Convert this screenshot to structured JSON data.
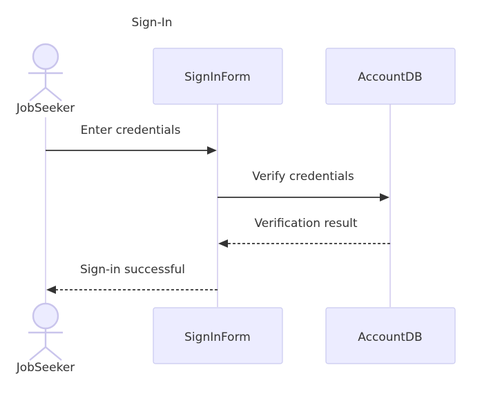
{
  "diagram": {
    "title": "Sign-In",
    "participants": {
      "jobseeker": "JobSeeker",
      "signinform": "SignInForm",
      "accountdb": "AccountDB"
    },
    "messages": [
      {
        "from": "JobSeeker",
        "to": "SignInForm",
        "label": "Enter credentials",
        "style": "solid"
      },
      {
        "from": "SignInForm",
        "to": "AccountDB",
        "label": "Verify credentials",
        "style": "solid"
      },
      {
        "from": "AccountDB",
        "to": "SignInForm",
        "label": "Verification result",
        "style": "dashed"
      },
      {
        "from": "SignInForm",
        "to": "JobSeeker",
        "label": "Sign-in successful",
        "style": "dashed"
      }
    ]
  },
  "colors": {
    "participant_fill": "#ececff",
    "participant_border": "#c9c9ef",
    "lifeline": "#dcd6f2",
    "message": "#333333"
  }
}
